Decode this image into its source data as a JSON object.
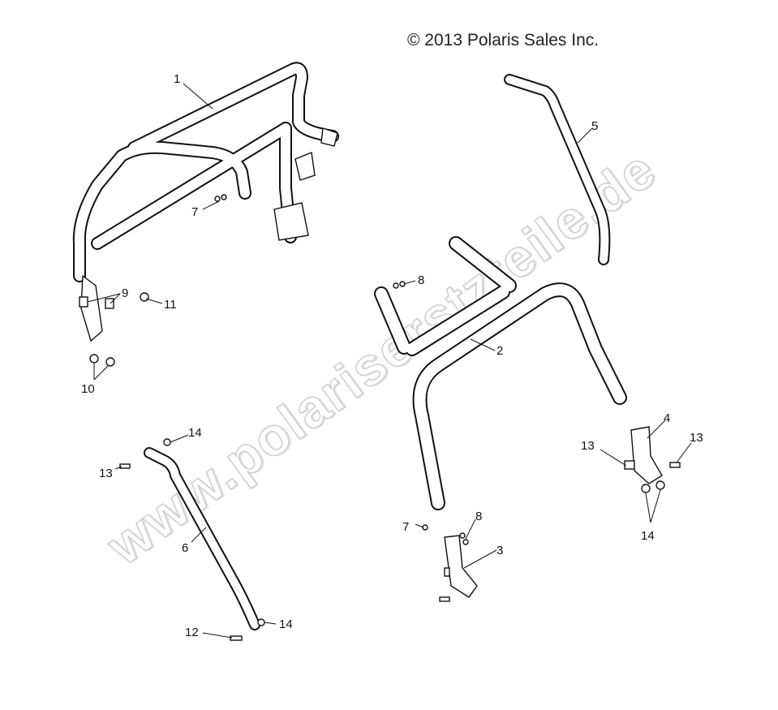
{
  "copyright": "© 2013 Polaris Sales Inc.",
  "watermark": "www.polariserstzteile.de",
  "callouts": {
    "c1": "1",
    "c2": "2",
    "c3": "3",
    "c4": "4",
    "c5": "5",
    "c6": "6",
    "c7a": "7",
    "c7b": "7",
    "c8a": "8",
    "c8b": "8",
    "c9": "9",
    "c10": "10",
    "c11": "11",
    "c12": "12",
    "c13a": "13",
    "c13b": "13",
    "c13c": "13",
    "c14a": "14",
    "c14b": "14",
    "c14c": "14"
  }
}
